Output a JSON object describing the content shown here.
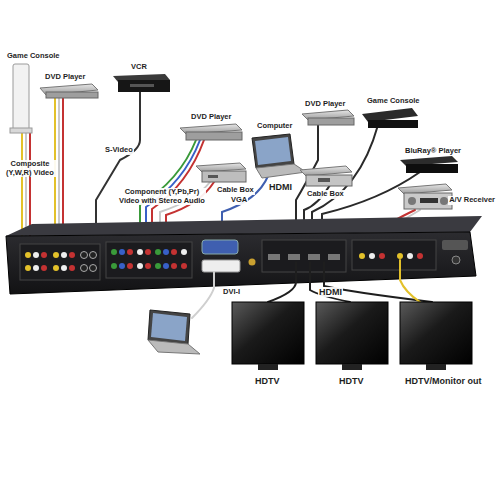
{
  "diagram": {
    "labels": [
      "Game Console",
      "DVD Player",
      "Composite (Y,W,R) Video",
      "VCR",
      "S-Video",
      "DVD Player",
      "Cable Box",
      "Component (Y,Pb,Pr) Video with Stereo Audio",
      "Computer",
      "VGA",
      "DVD Player",
      "Game Console",
      "Cable Box",
      "HDMI",
      "BluRay® Player",
      "A/V Receiver",
      "HDMI",
      "DVI-I",
      "HDTV",
      "HDTV",
      "HDTV/Monitor out"
    ]
  }
}
